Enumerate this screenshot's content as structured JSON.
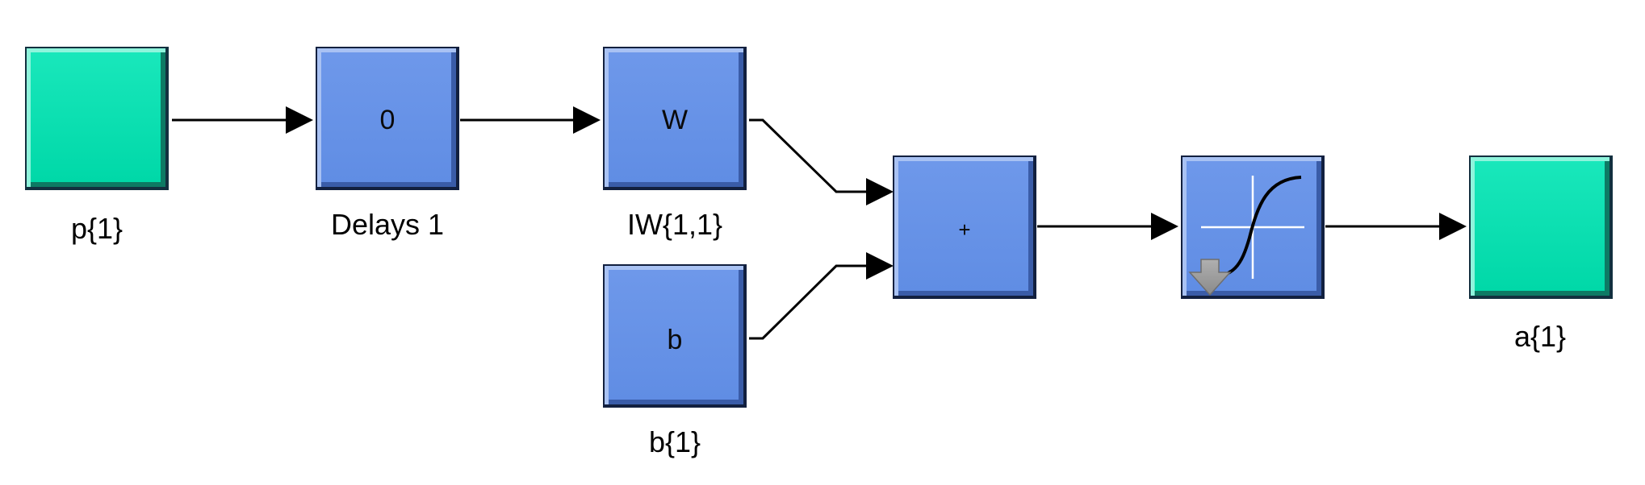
{
  "colors": {
    "io_block": "#00e1b0",
    "process_block": "#6592e8",
    "wire": "#000000",
    "background": "#ffffff"
  },
  "blocks": {
    "input": {
      "caption": "p{1}"
    },
    "delays": {
      "symbol": "0",
      "caption": "Delays 1"
    },
    "weight": {
      "symbol": "W",
      "caption": "IW{1,1}"
    },
    "bias": {
      "symbol": "b",
      "caption": "b{1}"
    },
    "sum": {
      "symbol": "+"
    },
    "transfer": {
      "icon": "sigmoid-transfer-icon"
    },
    "output": {
      "caption": "a{1}"
    }
  }
}
